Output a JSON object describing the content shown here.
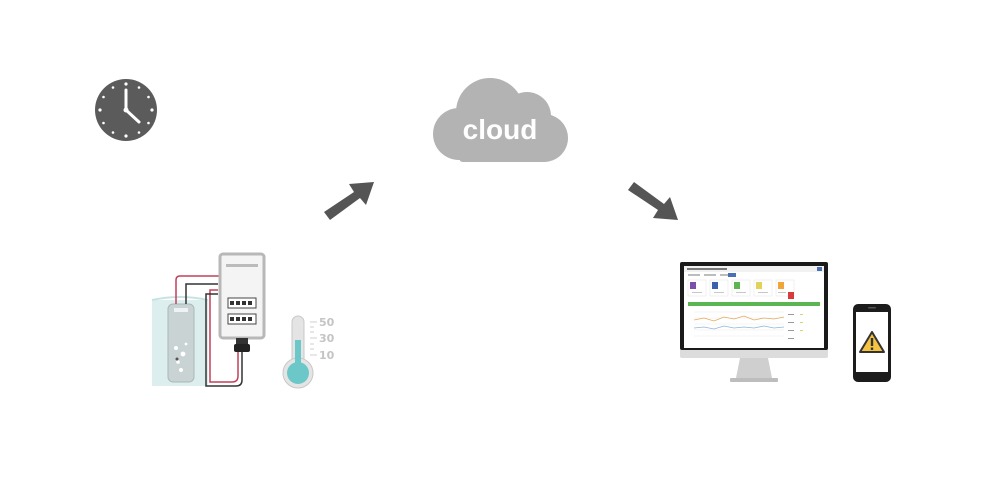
{
  "cloud": {
    "label": "cloud"
  },
  "thermometer": {
    "scale": [
      "50",
      "30",
      "10"
    ]
  },
  "colors": {
    "icon_gray": "#5b5b5b",
    "cloud_gray": "#b3b3b3",
    "water": "#dceeee",
    "thermo_fluid": "#6cc7c9",
    "warning_yellow": "#f4c342",
    "dashboard_green": "#5ab552"
  },
  "icons": [
    "clock-icon",
    "arrow-up-right-icon",
    "cloud-icon",
    "arrow-down-right-icon",
    "sensor-device",
    "thermometer-icon",
    "monitor",
    "smartphone",
    "warning-icon"
  ]
}
